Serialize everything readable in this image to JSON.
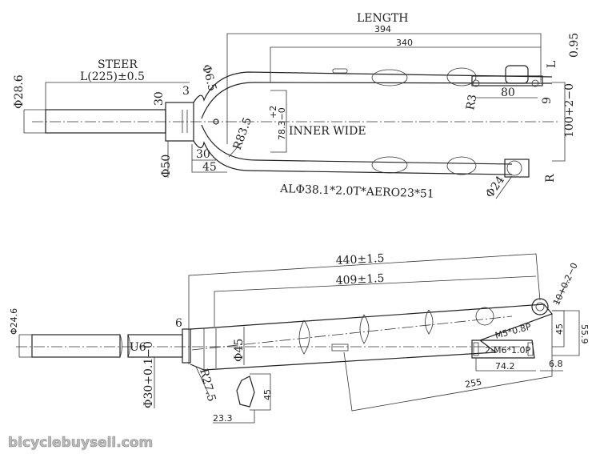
{
  "top_view": {
    "length_label": "LENGTH",
    "dim_394": "394",
    "dim_340": "340",
    "steer_label": "STEER",
    "steer_length": "L(225)±0.5",
    "steer_dia": "Φ28.6",
    "dim_3": "3",
    "dim_30_top": "30",
    "crown_hole": "Φ6.5",
    "inner_wide_plus": "+2",
    "inner_wide_value": "78.3−0",
    "inner_wide_label": "INNER WIDE",
    "radius": "R83.5",
    "dim_30_bottom": "30",
    "dim_45": "45",
    "crown_dia": "Φ50",
    "tube_spec": "ALΦ38.1*2.0T*AERO23*51",
    "dim_095": "0.95",
    "left_mark": "L",
    "r3": "R3",
    "dim_80": "80",
    "dim_9": "9",
    "dropout_width": "100+2−0",
    "right_mark": "R",
    "dropout_dia": "Φ24"
  },
  "side_view": {
    "dim_440": "440±1.5",
    "dim_409": "409±1.5",
    "steer_dia": "Φ24.6",
    "dim_6": "6",
    "u6": "U6",
    "crown_dia": "Φ45",
    "race_dia": "Φ30+0.1−0",
    "radius": "R27.5",
    "section_h": "45",
    "section_w": "23.3",
    "axle_slot": "10+0.2−0",
    "m5": "M5*0.8P",
    "m6": "2-M6*1.0P",
    "dim_45": "45",
    "dim_559": "55.9",
    "dim_742": "74.2",
    "dim_68": "6.8",
    "dim_255": "255"
  },
  "watermark": "bicyclebuysell.com"
}
